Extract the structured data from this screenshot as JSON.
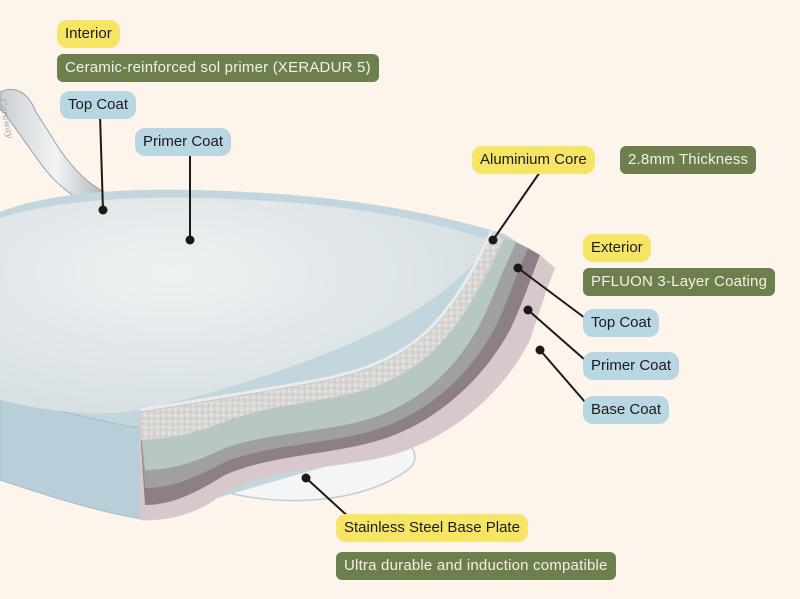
{
  "labels": {
    "interior": "Interior",
    "interior_desc": "Ceramic-reinforced sol primer (XERADUR 5)",
    "interior_top_coat": "Top Coat",
    "interior_primer_coat": "Primer Coat",
    "aluminium_core": "Aluminium Core",
    "aluminium_thickness": "2.8mm Thickness",
    "exterior": "Exterior",
    "exterior_desc": "PFLUON 3-Layer Coating",
    "exterior_top_coat": "Top Coat",
    "exterior_primer_coat": "Primer Coat",
    "exterior_base_coat": "Base Coat",
    "base_plate": "Stainless Steel Base Plate",
    "base_plate_desc": "Ultra durable and induction compatible"
  },
  "handle_engraving": "Caraway",
  "colors": {
    "background": "#fdf5ec",
    "yellow_tag": "#f6e565",
    "blue_tag": "#b9d6e3",
    "green_tag": "#6e7f4e",
    "pan_interior": "#dfe6e8",
    "pan_rim": "#b7cfd9",
    "aluminium": "#d7d5d2",
    "layer_teal": "#b7c9c2",
    "layer_gray": "#9c9ea1",
    "layer_mauve": "#8b7d84",
    "layer_pink": "#d8c7ca"
  }
}
